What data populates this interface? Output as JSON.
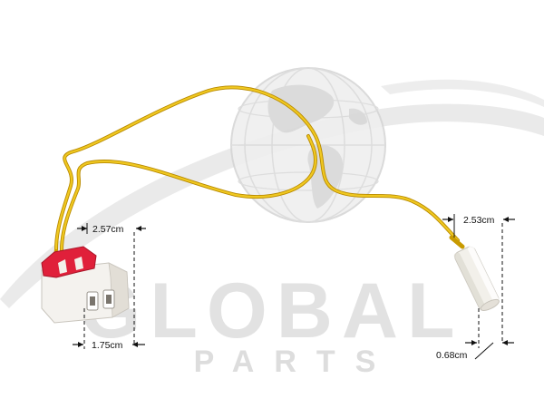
{
  "image": {
    "kind": "product-photo",
    "subject": "yellow two-wire sensor cable with white connector and red latch, and white cylindrical sensor probe"
  },
  "watermark": {
    "brand_word": "GLOBAL",
    "brand_sub": "PARTS",
    "color": "#dcdcdc",
    "icon": "globe-icon"
  },
  "dimensions": {
    "connector_width": "2.57cm",
    "connector_height": "1.75cm",
    "sensor_length": "2.53cm",
    "sensor_diameter": "0.68cm"
  },
  "colors": {
    "wire": "#e8b800",
    "wire_dark": "#b88a00",
    "connector_body": "#f4f2ee",
    "latch": "#e0203a",
    "sensor_body": "#f2f0ea",
    "dimension_line": "#111111"
  }
}
